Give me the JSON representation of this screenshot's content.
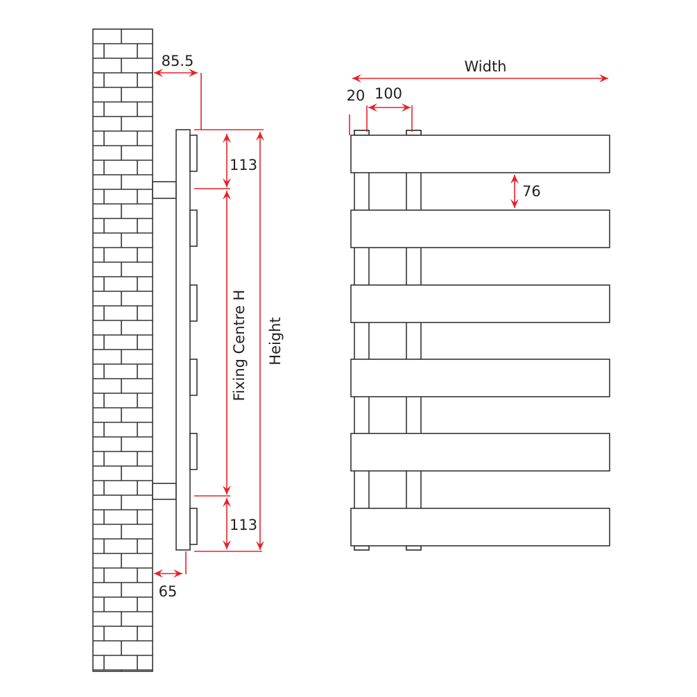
{
  "side_view": {
    "labels": {
      "wall_offset": "85.5",
      "top_offset": "113",
      "fixing_centre": "Fixing Centre H",
      "height": "Height",
      "bottom_offset": "113",
      "wall_clearance": "65"
    }
  },
  "front_view": {
    "labels": {
      "width": "Width",
      "edge_offset": "20",
      "upright_spacing": "100",
      "bar_gap": "76"
    },
    "bar_count": 6,
    "upright_count": 2
  },
  "colors": {
    "dimension": "#e8202a",
    "outline": "#333333"
  }
}
